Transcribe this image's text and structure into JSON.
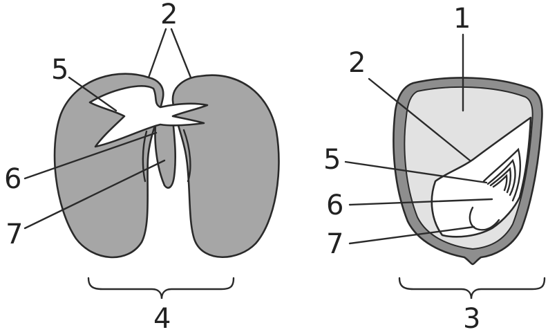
{
  "colors": {
    "cotyledon_fill": "#a6a6a6",
    "endosperm_fill": "#e2e2e2",
    "embryo_fill": "#ffffff",
    "seed_coat_fill": "#8e8e8e",
    "outline": "#2a2a2a",
    "label_text": "#222222"
  },
  "left_seed": {
    "label_cotyledons": "2",
    "label_plumule": "5",
    "label_hypocotyl": "6",
    "label_radicle": "7",
    "label_group": "4"
  },
  "right_seed": {
    "label_endosperm": "1",
    "label_cotyledon": "2",
    "label_plumule": "5",
    "label_hypocotyl": "6",
    "label_radicle": "7",
    "label_group": "3"
  }
}
